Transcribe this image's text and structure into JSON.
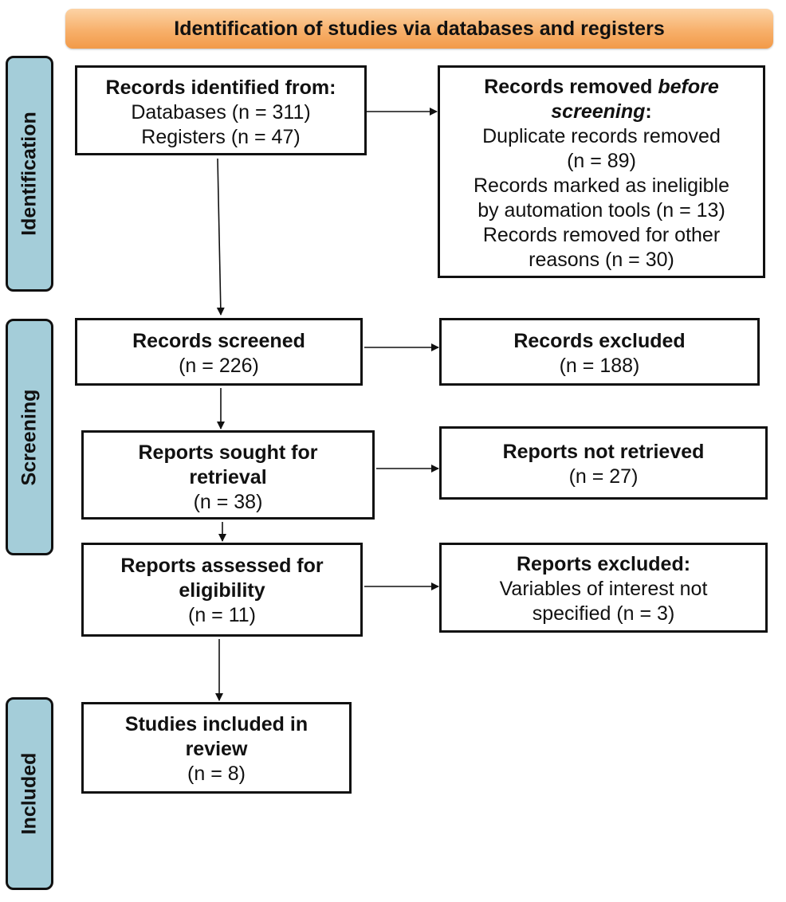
{
  "header": {
    "title": "Identification of studies via databases and registers"
  },
  "phases": {
    "identification": "Identification",
    "screening": "Screening",
    "included": "Included"
  },
  "boxes": {
    "records_identified": {
      "title": "Records identified from:",
      "line1": "Databases (n = 311)",
      "line2": "Registers (n = 47)"
    },
    "records_removed": {
      "title_a": "Records removed ",
      "title_b": "before screening",
      "title_c": ":",
      "line1": "Duplicate records removed",
      "line2": "(n = 89)",
      "line3": "Records marked as ineligible",
      "line4": "by automation tools (n = 13)",
      "line5": "Records removed for other",
      "line6": "reasons (n = 30)"
    },
    "records_screened": {
      "title": "Records screened",
      "count": "(n = 226)"
    },
    "records_excluded": {
      "title": "Records excluded",
      "count": "(n = 188)"
    },
    "reports_sought": {
      "title1": "Reports sought for",
      "title2": "retrieval",
      "count": "(n = 38)"
    },
    "reports_not_retrieved": {
      "title": "Reports not retrieved",
      "count": "(n = 27)"
    },
    "reports_assessed": {
      "title1": "Reports assessed for",
      "title2": "eligibility",
      "count": "(n = 11)"
    },
    "reports_excluded": {
      "title": "Reports excluded:",
      "line1": "Variables of interest not",
      "line2": "specified (n = 3)"
    },
    "studies_included": {
      "title1": "Studies included in",
      "title2": "review",
      "count": "(n = 8)"
    }
  },
  "colors": {
    "header_orange": "#f7b06b",
    "phase_blue": "#a4cdd9",
    "border": "#111111"
  }
}
